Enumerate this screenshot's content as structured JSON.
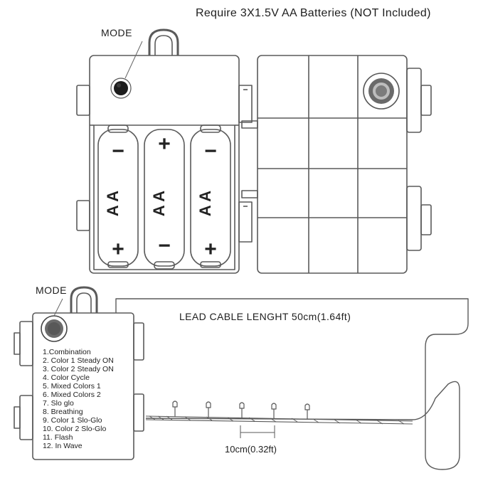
{
  "header": {
    "title": "Require 3X1.5V AA Batteries (NOT Included)"
  },
  "top_box": {
    "mode_label": "MODE",
    "batteries": [
      {
        "top_sign": "−",
        "text": "A A",
        "bottom_sign": "+"
      },
      {
        "top_sign": "+",
        "text": "A A",
        "bottom_sign": "−"
      },
      {
        "top_sign": "−",
        "text": "A A",
        "bottom_sign": "+"
      }
    ]
  },
  "bottom_box": {
    "mode_label": "MODE",
    "modes": [
      "1.Combination",
      "2. Color 1 Steady ON",
      "3. Color 2 Steady ON",
      "4. Color Cycle",
      "5. Mixed Colors 1",
      "6. Mixed Colors 2",
      "7. Slo glo",
      "8. Breathing",
      "9. Color 1 Slo-Glo",
      "10. Color 2 Slo-Glo",
      "11. Flash",
      "12. In Wave"
    ]
  },
  "cable": {
    "lead_label": "LEAD CABLE LENGHT 50cm(1.64ft)",
    "spacing_label": "10cm(0.32ft)"
  },
  "colors": {
    "stroke": "#555555",
    "text": "#1e1e1e",
    "button": "#555555"
  }
}
